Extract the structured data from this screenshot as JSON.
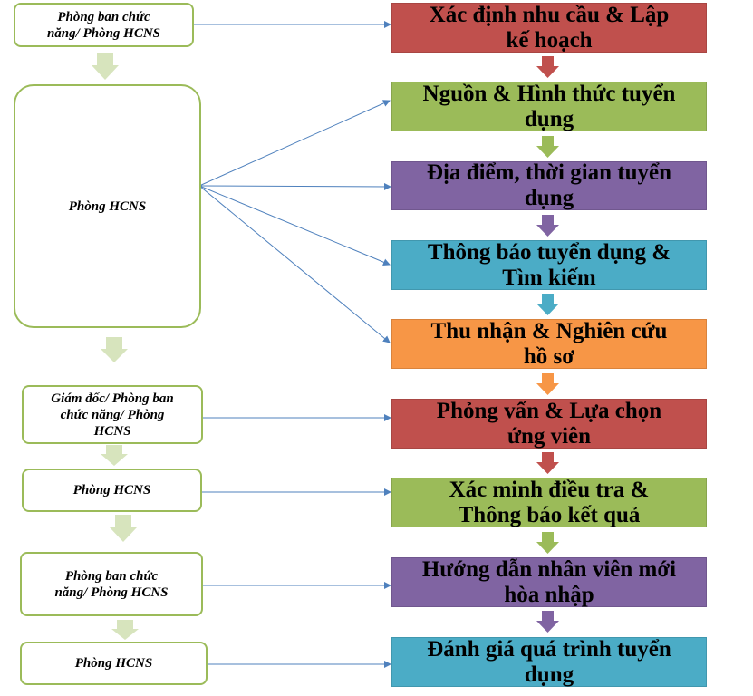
{
  "left_boxes": [
    {
      "lines": [
        "Phòng ban chức",
        "năng/ Phòng HCNS"
      ]
    },
    {
      "lines": [
        "Phòng HCNS"
      ]
    },
    {
      "lines": [
        "Giám đốc/ Phòng ban",
        "chức năng/ Phòng",
        "HCNS"
      ]
    },
    {
      "lines": [
        "Phòng HCNS"
      ]
    },
    {
      "lines": [
        "Phòng ban chức",
        "năng/ Phòng HCNS"
      ]
    },
    {
      "lines": [
        "Phòng HCNS"
      ]
    }
  ],
  "steps": [
    {
      "lines": [
        "Xác định nhu cầu & Lập",
        "kế hoạch"
      ],
      "color": "#c0504d"
    },
    {
      "lines": [
        "Nguồn & Hình thức tuyển",
        "dụng"
      ],
      "color": "#9bbb59"
    },
    {
      "lines": [
        "Địa điểm, thời gian tuyển",
        "dụng"
      ],
      "color": "#8064a2"
    },
    {
      "lines": [
        "Thông báo tuyển dụng &",
        "Tìm kiếm"
      ],
      "color": "#4bacc6"
    },
    {
      "lines": [
        "Thu nhận & Nghiên cứu",
        "hồ sơ"
      ],
      "color": "#f79646"
    },
    {
      "lines": [
        "Phỏng vấn & Lựa chọn",
        "ứng viên"
      ],
      "color": "#c0504d"
    },
    {
      "lines": [
        "Xác minh điều tra &",
        "Thông báo kết quả"
      ],
      "color": "#9bbb59"
    },
    {
      "lines": [
        "Hướng dẫn nhân viên mới",
        "hòa nhập"
      ],
      "color": "#8064a2"
    },
    {
      "lines": [
        "Đánh giá quá trình tuyển",
        "dụng"
      ],
      "color": "#4bacc6"
    }
  ],
  "colors": {
    "left_border": "#9bbb59",
    "left_arrow": "#d7e4bd",
    "connector": "#4f81bd"
  }
}
